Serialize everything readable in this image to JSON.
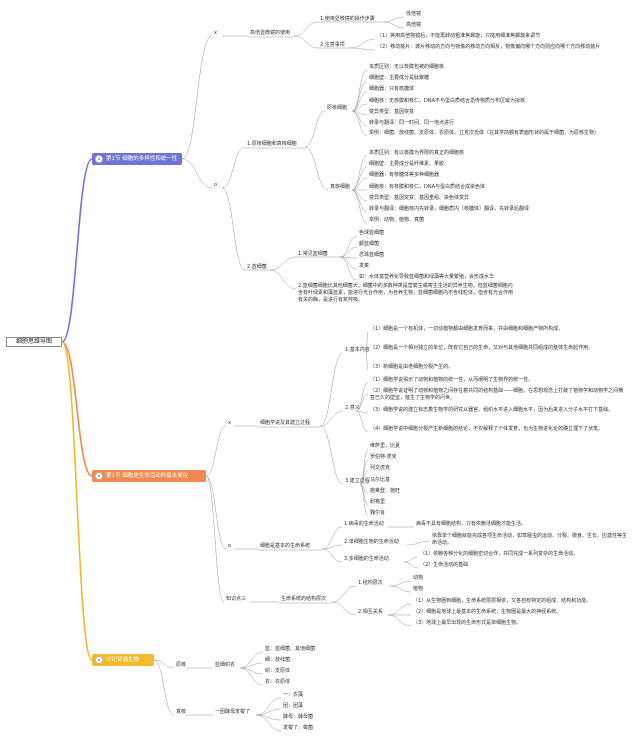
{
  "root": {
    "label": "细胞思维导图"
  },
  "colors": {
    "blue": "#6f74d9",
    "orange": "#f08a52",
    "yellow": "#f2b92c",
    "line": "#9a9a9a"
  },
  "s1": {
    "title": "第1节 细胞的多样性和统一性",
    "n1": "x",
    "scope": "高倍显微镜的使用",
    "steps_head": "1.使用显微镜的操作步骤",
    "steps": [
      "低倍镜",
      "高倍镜"
    ],
    "notes_head": "2.注意事项",
    "notes": [
      "（1）换用高倍物镜后，不能再转动粗准焦螺旋，只能用细准焦螺旋来调节",
      "（2）移动装片：玻片移动的方向与物像的移动方向相反，物像偏向哪个方向则应向哪个方向移动装片"
    ],
    "n2": "o",
    "cells_head": "1.原核细胞和真核细胞",
    "pro_head": "原核细胞",
    "pro": [
      "本质区别：无以核膜包被的细胞核",
      "细胞壁：主要成分是肽聚糖",
      "细胞器：只有核糖体",
      "细胞核：无核膜和核仁，DNA不与蛋白质结合遗传物质分布区域为拟核",
      "变异类型：基因突变",
      "转录与翻译：同一时间、同一地点进行",
      "举例：细菌、放线菌、支原体、衣原体、立克次氏体（在其学前都有表面形状的属于细菌，为原核生物）"
    ],
    "euk_head": "真核细胞",
    "euk": [
      "本质区别：有以核膜为界限的真正的细胞核",
      "细胞壁：主要成分是纤维素、果胶",
      "细胞器：有核糖体等多种细胞器",
      "细胞核：有核膜和核仁，DNA与蛋白质结合成染色体",
      "变异类型：基因突变、基因重组、染色体变异",
      "转录与翻译：细胞核内先转录，细胞质内（核糖体）翻译，先转录后翻译",
      "举例：动物、植物、真菌"
    ],
    "algae_head": "2.蓝细菌",
    "algae_sub": "1.常见蓝细菌",
    "algae": [
      "色球蓝细菌",
      "颤蓝细菌",
      "念珠蓝细菌",
      "发菜"
    ],
    "algae_note": "如：水体富营养化导致蓝细菌和绿藻等大量繁殖，会形成水华",
    "algae_2": "2.蓝细菌细胞比其他细菌大；细菌中的多数种类是营腐生或寄生生活的异养生物，但蓝细菌细胞内含有叶绿素和藻蓝素，能进行光合作用，为自养生物；蓝细菌细胞内不含线粒体，但含有光合作用有关的酶，是进行有氧呼吸。"
  },
  "s2": {
    "title": "第1节 细胞是生命活动的基本单位",
    "n1": "x",
    "theory_head": "细胞学说及其建立过程",
    "content_head": "1.基本内容",
    "content": [
      "（1）细胞是一个有机体，一切动植物都由细胞发育而来，并由细胞和细胞产物所构成。",
      "（2）细胞是一个相对独立的单位，既有它自己的生命，又对与其他细胞共同组成的整体生命起作用。",
      "（3）新细胞是由老细胞分裂产生的。"
    ],
    "meaning_head": "2.意义",
    "meaning": [
      "（1）细胞学说揭示了动物和植物的统一性，从而阐明了生物界的统一性。",
      "（2）细胞学说证明了动物和植物之间存在着共同的结构基础——细胞。在思想观念上打破了植物学和动物学之间横亘已久的壁垒，催生了生物学的问世。",
      "（3）细胞学说的建立标志着生物学的研究从器官、组织水平进入细胞水平，因为后来进入分子水平打下基础。",
      "（4）细胞学说中细胞分裂产生新细胞的结论，不仅解释了个体发育，也为生物进化论的确立埋下了伏笔。"
    ],
    "process_head": "3.建立过程",
    "people": [
      "维萨里、比夏",
      "罗伯特·虎克",
      "列文虎克",
      "马尔比基",
      "施莱登、施旺",
      "耐格里",
      "魏尔肖"
    ],
    "n2": "o",
    "life_head": "细胞是基本的生命系统",
    "life": [
      {
        "head": "1.病毒的生命活动",
        "text": "病毒不具有细胞结构，只有依赖活细胞才能生活。"
      },
      {
        "head": "2.单细胞生物的生命活动",
        "text": "依靠单个细胞就能完成各项生命活动，如草履虫的运动、分裂、摄食、生长、应激性等生命活动。"
      },
      {
        "head": "3.多细胞的生命活动",
        "text": ""
      }
    ],
    "multi": [
      "（1）依赖各种分化的细胞密切合作，共同完成一系列复杂的生命活动。",
      "（2）生命活动的基础"
    ],
    "n3": "知识点三",
    "level_head": "生命系统的结构层次",
    "compose_head": "1.结构层次",
    "compose": [
      "动物",
      "植物"
    ],
    "relation_head": "2.相互关系",
    "relation": [
      "（1）从生物圈到细胞，生命系统层层相依，又各自有特定的组成、结构和功能。",
      "（2）细胞是地球上最基本的生命系统；生物圈是最大的神经系统。",
      "（3）地球上最早出现的生命形式是单细胞生物。"
    ]
  },
  "s3": {
    "title": "巧记背诵生物",
    "pro_head": "原核",
    "pro_hook": "蓝细织衣",
    "pro_items": [
      "蓝：蓝细菌、其他细菌",
      "细：放线菌",
      "织：支原体",
      "衣：衣原体"
    ],
    "euk_head": "真核",
    "euk_hook": "一团酵母发霉了",
    "euk_items": [
      "一：衣藻",
      "团：团藻",
      "酵母：酵母菌",
      "发霉了：霉菌"
    ]
  }
}
